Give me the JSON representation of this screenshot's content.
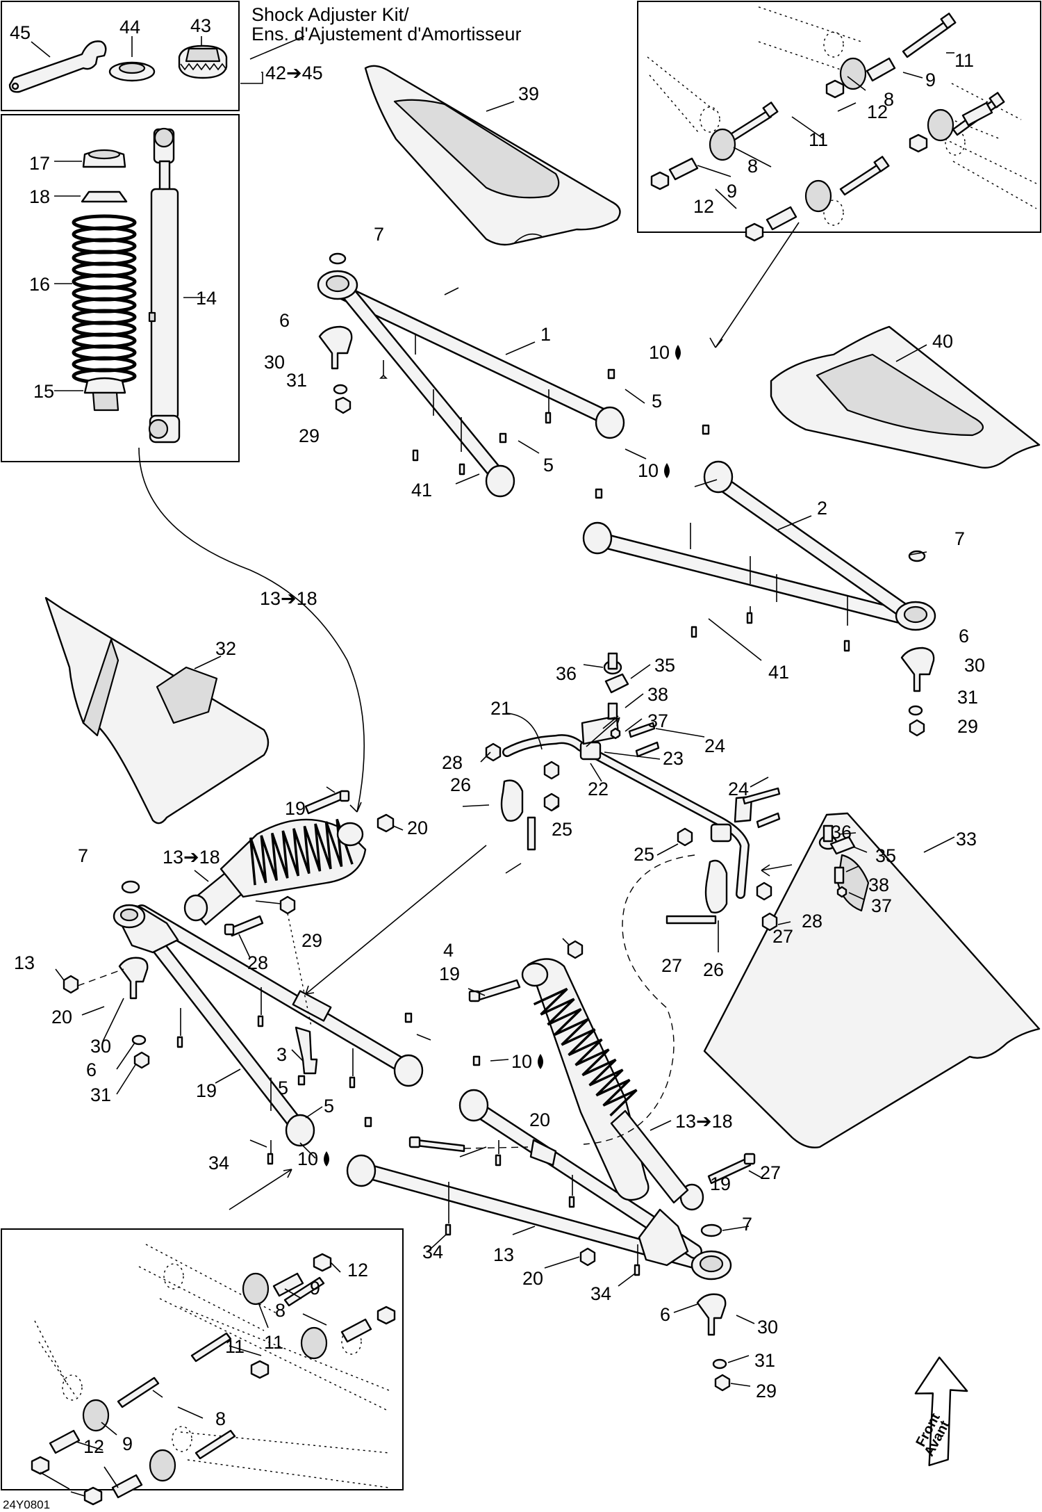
{
  "diagram": {
    "kit_title_line1": "Shock Adjuster Kit/",
    "kit_title_line2": "Ens. d'Ajustement d'Amortisseur",
    "kit_range": "42➔45",
    "drawing_code": "24Y0801",
    "front_arrow_line1": "Front",
    "front_arrow_line2": "Avant",
    "range_labels": [
      "13➔18",
      "13➔18",
      "13➔18"
    ],
    "lube_labels": [
      "10",
      "10",
      "10",
      "10"
    ],
    "callouts": [
      "45",
      "44",
      "43",
      "39",
      "17",
      "18",
      "16",
      "14",
      "15",
      "7",
      "1",
      "6",
      "30",
      "31",
      "29",
      "5",
      "41",
      "5",
      "2",
      "40",
      "11",
      "9",
      "8",
      "12",
      "11",
      "8",
      "9",
      "12",
      "7",
      "6",
      "30",
      "31",
      "29",
      "41",
      "32",
      "36",
      "35",
      "38",
      "37",
      "21",
      "28",
      "24",
      "26",
      "23",
      "22",
      "25",
      "24",
      "36",
      "35",
      "25",
      "38",
      "37",
      "19",
      "20",
      "7",
      "13",
      "20",
      "30",
      "6",
      "31",
      "29",
      "28",
      "19",
      "3",
      "27",
      "5",
      "5",
      "34",
      "28",
      "27",
      "26",
      "20",
      "19",
      "27",
      "4",
      "13",
      "19",
      "7",
      "34",
      "20",
      "34",
      "6",
      "30",
      "31",
      "29",
      "33",
      "12",
      "9",
      "8",
      "11",
      "11",
      "8",
      "9",
      "12"
    ]
  }
}
